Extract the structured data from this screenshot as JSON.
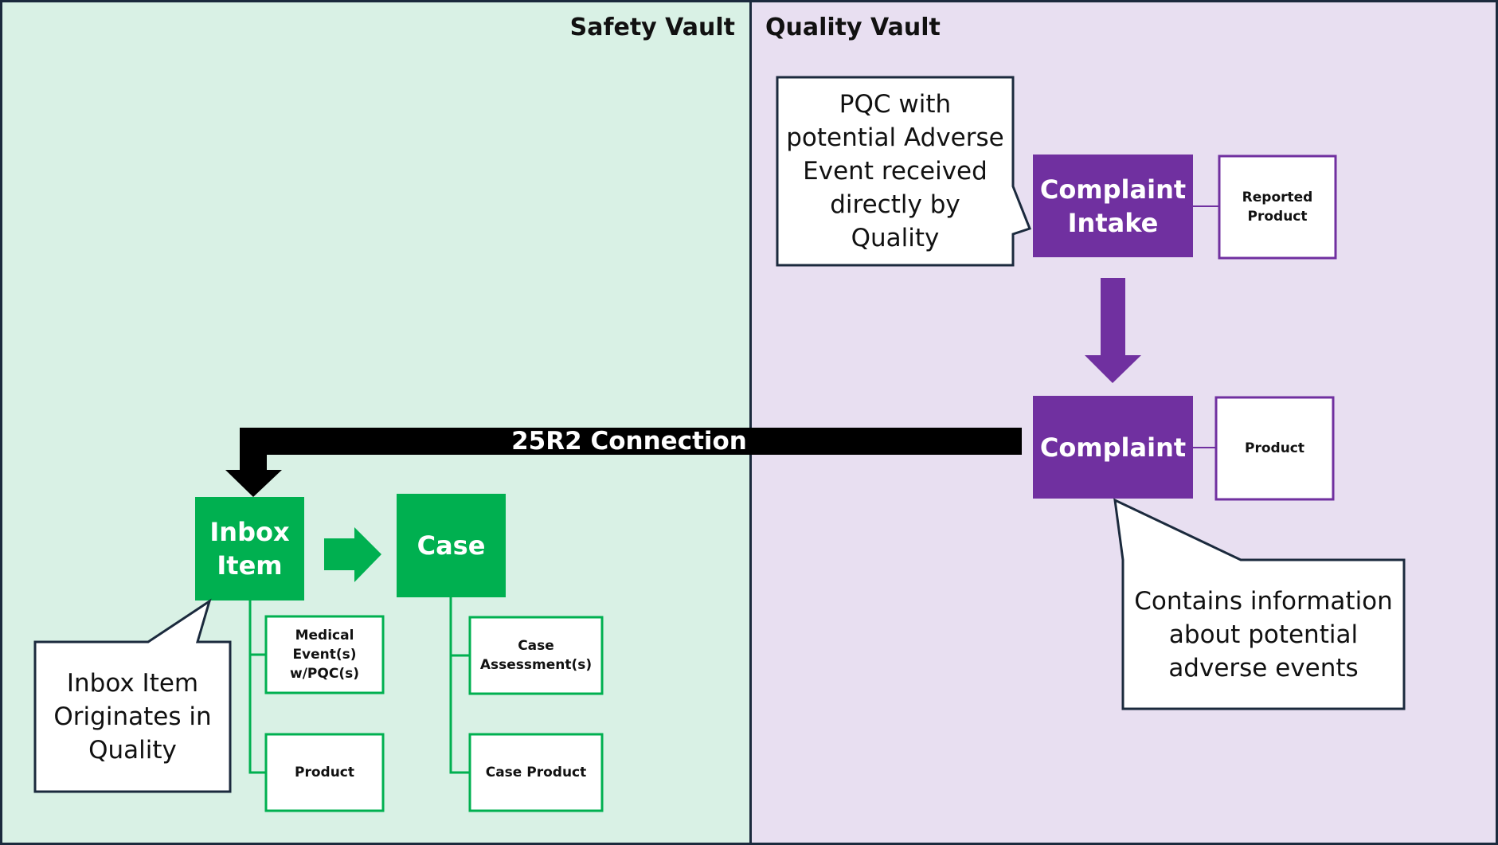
{
  "vaults": {
    "safety": {
      "title": "Safety Vault"
    },
    "quality": {
      "title": "Quality Vault"
    }
  },
  "colors": {
    "safety_bg": "#d9f1e5",
    "quality_bg": "#e8dff1",
    "green": "#00b050",
    "purple": "#7030a0",
    "border": "#1b2a3d",
    "connector": "#000000"
  },
  "quality_nodes": {
    "complaint_intake": {
      "label": "Complaint\nIntake"
    },
    "reported_product": {
      "label": "Reported\nProduct"
    },
    "complaint": {
      "label": "Complaint"
    },
    "product": {
      "label": "Product"
    }
  },
  "safety_nodes": {
    "inbox_item": {
      "label": "Inbox\nItem"
    },
    "case": {
      "label": "Case"
    },
    "medical_events": {
      "label": "Medical\nEvent(s)\nw/PQC(s)"
    },
    "inbox_product": {
      "label": "Product"
    },
    "case_assessments": {
      "label": "Case\nAssessment(s)"
    },
    "case_product": {
      "label": "Case Product"
    }
  },
  "connection": {
    "label": "25R2 Connection"
  },
  "callouts": {
    "pqc": "PQC with\npotential Adverse\nEvent received\ndirectly by\nQuality",
    "contains": "Contains information\nabout potential\nadverse events",
    "inbox": "Inbox Item\nOriginates in\nQuality"
  }
}
